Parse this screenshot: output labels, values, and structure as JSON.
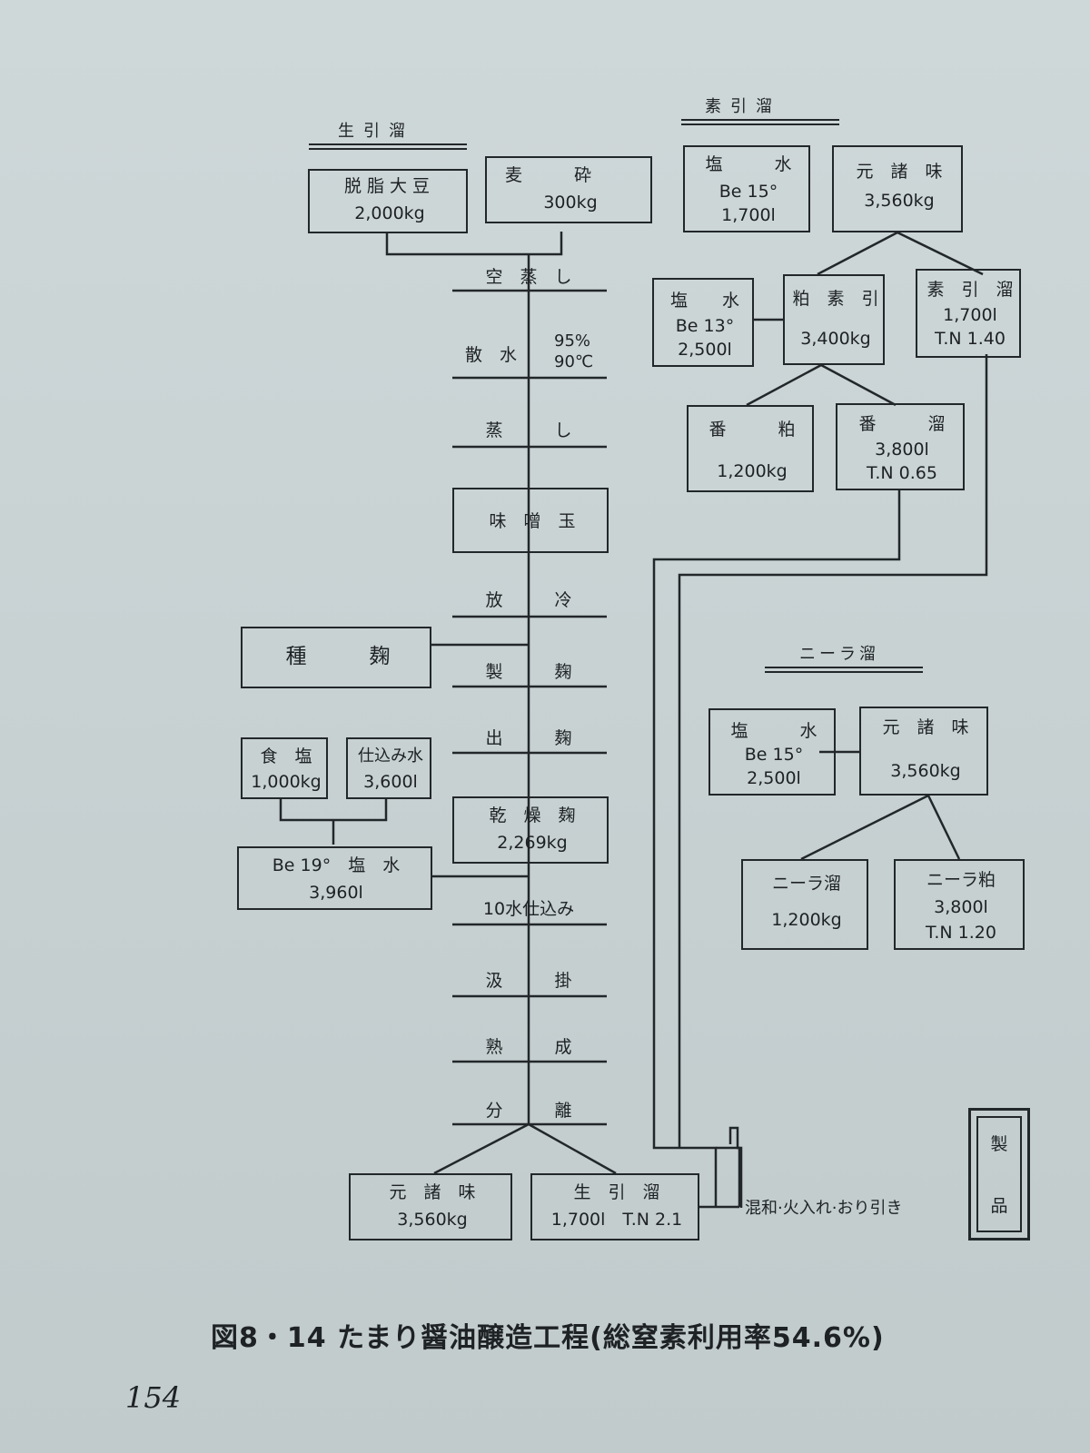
{
  "caption": "図8・14 たまり醤油醸造工程(総窒素利用率54.6%)",
  "page_number": "154",
  "sections": {
    "kiki": "生引溜",
    "sobiki": "素引溜",
    "niira": "ニーラ溜"
  },
  "raw": {
    "soy": {
      "name": "脱脂大豆",
      "qty": "2,000kg"
    },
    "wheat": {
      "name": "麦　　　砕",
      "qty": "300kg"
    }
  },
  "steps": {
    "karamushi": "空　蒸　し",
    "sansui": "散　水",
    "sansui_rate": "95%",
    "sansui_temp": "90℃",
    "mushi": "蒸　　　し",
    "misodama": "味　噌　玉",
    "horei": "放　　　冷",
    "seikiku": "製　　　麹",
    "dekoji": "出　　　麹",
    "shikomi": "10水仕込み",
    "kumikake": "汲　　　掛",
    "jukusei": "熟　　　成",
    "bunri": "分　　　離"
  },
  "tanekoji": "種　　　麹",
  "dry_koji": {
    "name": "乾　燥　麹",
    "qty": "2,269kg"
  },
  "salt": {
    "name": "食　塩",
    "qty": "1,000kg"
  },
  "water": {
    "name": "仕込み水",
    "qty": "3,600l"
  },
  "brine19": {
    "name": "Be 19°　塩　水",
    "qty": "3,960l"
  },
  "out_moromi": {
    "name": "元　諸　味",
    "qty": "3,560kg"
  },
  "out_kiki": {
    "name": "生　引　溜",
    "qty": "1,700l　T.N 2.1"
  },
  "blend_text": "混和·火入れ·おり引き",
  "product": {
    "top": "製",
    "bottom": "品"
  },
  "sobiki_panel": {
    "brine15": {
      "name": "塩　　　水",
      "be": "Be 15°",
      "qty": "1,700l"
    },
    "moromi": {
      "name": "元　諸　味",
      "qty": "3,560kg"
    },
    "brine13": {
      "name": "塩　　水",
      "be": "Be 13°",
      "qty": "2,500l"
    },
    "kasu_sobiki": {
      "name": "粕　素　引",
      "qty": "3,400kg"
    },
    "sobiki_tamari": {
      "name": "素　引　溜",
      "qty": "1,700l",
      "tn": "T.N 1.40"
    },
    "bankasu": {
      "name": "番　　　粕",
      "qty": "1,200kg"
    },
    "bantamari": {
      "name": "番　　　溜",
      "qty": "3,800l",
      "tn": "T.N 0.65"
    }
  },
  "niira_panel": {
    "brine15": {
      "name": "塩　　　水",
      "be": "Be 15°",
      "qty": "2,500l"
    },
    "moromi": {
      "name": "元　諸　味",
      "qty": "3,560kg"
    },
    "niira_tamari": {
      "name": "ニーラ溜",
      "qty": "1,200kg"
    },
    "niira_kasu": {
      "name": "ニーラ粕",
      "qty": "3,800l",
      "tn": "T.N 1.20"
    }
  }
}
